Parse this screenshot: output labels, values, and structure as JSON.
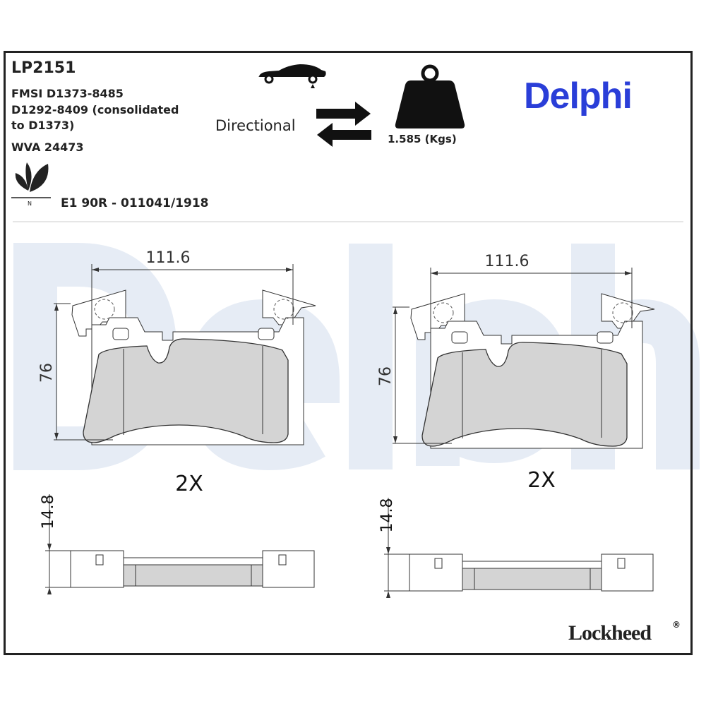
{
  "header": {
    "part_number": "LP2151",
    "fmsi_line1": "FMSI D1373-8485",
    "fmsi_line2": "D1292-8409 (consolidated",
    "fmsi_line3": "to D1373)",
    "wva": "WVA 24473",
    "approval": "E1 90R - 011041/1918",
    "directional_label": "Directional",
    "weight": "1.585 (Kgs)",
    "brand": "Delphi",
    "watermark": "Delphi",
    "footer_brand": "Lockheed",
    "eco_mark": "N"
  },
  "drawings": [
    {
      "width": "111.6",
      "height": "76",
      "thickness": "14.8",
      "quantity": "2X"
    },
    {
      "width": "111.6",
      "height": "76",
      "thickness": "14.8",
      "quantity": "2X"
    }
  ],
  "colors": {
    "brand": "#2a3ed8",
    "pad_fill": "#d4d4d4",
    "watermark": "#e6ecf5"
  }
}
